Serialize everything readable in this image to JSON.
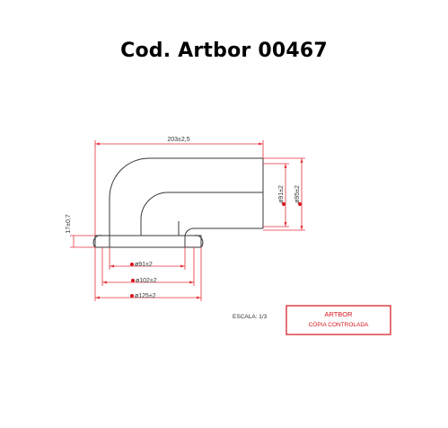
{
  "header": {
    "title": "Cod. Artbor 00467"
  },
  "dimensions": {
    "overall_length": "203±2,5",
    "outlet_inner_diameter": "ø91±2",
    "outlet_outer_diameter": "ø95±2",
    "flange_height": "17±0,7",
    "inlet_inner_diameter": "ø91±2",
    "inlet_mid_diameter": "ø102±2",
    "flange_outer_diameter": "ø125±2"
  },
  "footer": {
    "scale": "ESCALA: 1/3",
    "stamp_line1": "ARTBOR",
    "stamp_line2": "CÓPIA CONTROLADA"
  },
  "colors": {
    "dimension_lines": "#e8323c",
    "outline": "#3a3a3a",
    "stamp": "#d4141b"
  }
}
